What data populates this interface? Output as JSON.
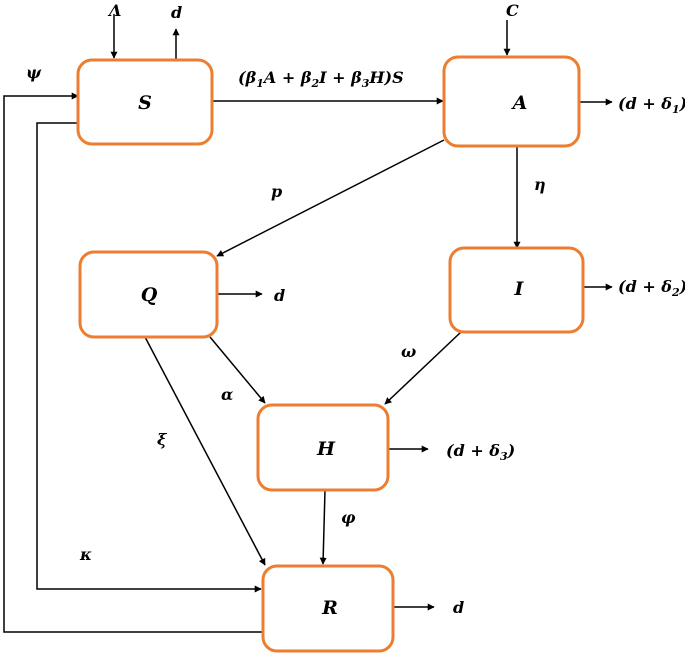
{
  "nodes": {
    "S": "S",
    "A": "A",
    "Q": "Q",
    "I": "I",
    "H": "H",
    "R": "R"
  },
  "labels": {
    "lambda": "Λ",
    "d_s": "d",
    "c": "C",
    "psi": "ψ",
    "kappa": "κ",
    "p": "p",
    "eta": "η",
    "omega": "ω",
    "alpha": "α",
    "xi": "ξ",
    "phi": "φ",
    "d_q": "d",
    "d_r": "d"
  },
  "infection_rate": {
    "open": "(",
    "beta1": "β",
    "sub1": "1",
    "a": "A + ",
    "beta2": "β",
    "sub2": "2",
    "i": "I + ",
    "beta3": "β",
    "sub3": "3",
    "tail": "H)S"
  },
  "exit_rates": {
    "a": {
      "prefix": "(d + δ",
      "sub": "1",
      "suffix": ")"
    },
    "i": {
      "prefix": "(d + δ",
      "sub": "2",
      "suffix": ")"
    },
    "h": {
      "prefix": "(d + δ",
      "sub": "3",
      "suffix": ")"
    }
  }
}
